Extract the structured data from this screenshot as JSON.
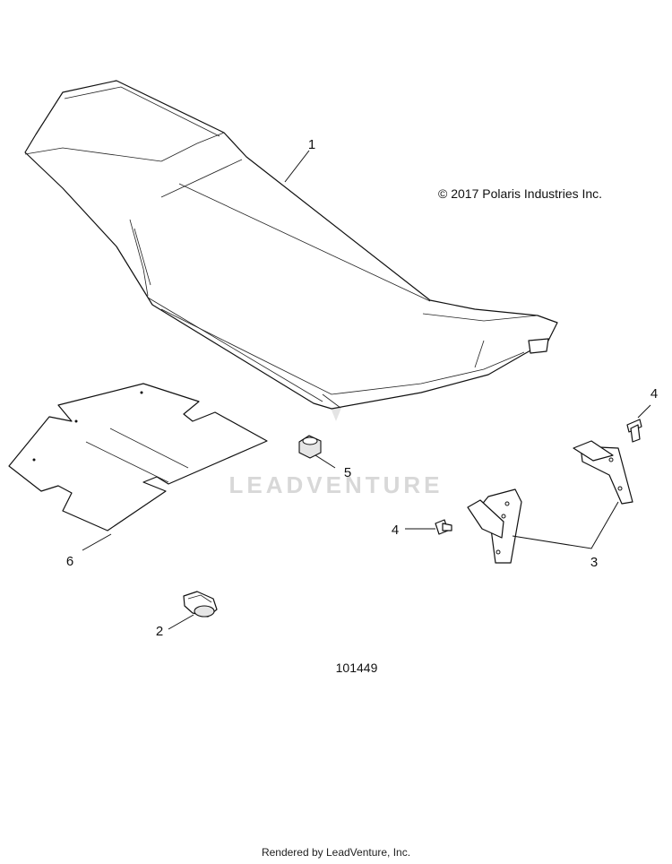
{
  "copyright": "© 2017 Polaris Industries Inc.",
  "figure_number": "101449",
  "watermark": "LEADVENTURE",
  "footer": "Rendered by LeadVenture, Inc.",
  "callouts": [
    {
      "id": "1",
      "label": "1"
    },
    {
      "id": "2",
      "label": "2"
    },
    {
      "id": "3",
      "label": "3"
    },
    {
      "id": "4a",
      "label": "4"
    },
    {
      "id": "4b",
      "label": "4"
    },
    {
      "id": "5",
      "label": "5"
    },
    {
      "id": "6",
      "label": "6"
    }
  ],
  "parts": [
    {
      "callout": "1",
      "icon": "seat-icon"
    },
    {
      "callout": "2",
      "icon": "latch-knob-icon"
    },
    {
      "callout": "3",
      "icon": "bracket-icon"
    },
    {
      "callout": "4",
      "icon": "screw-icon"
    },
    {
      "callout": "5",
      "icon": "bumper-icon"
    },
    {
      "callout": "6",
      "icon": "pad-icon"
    }
  ]
}
